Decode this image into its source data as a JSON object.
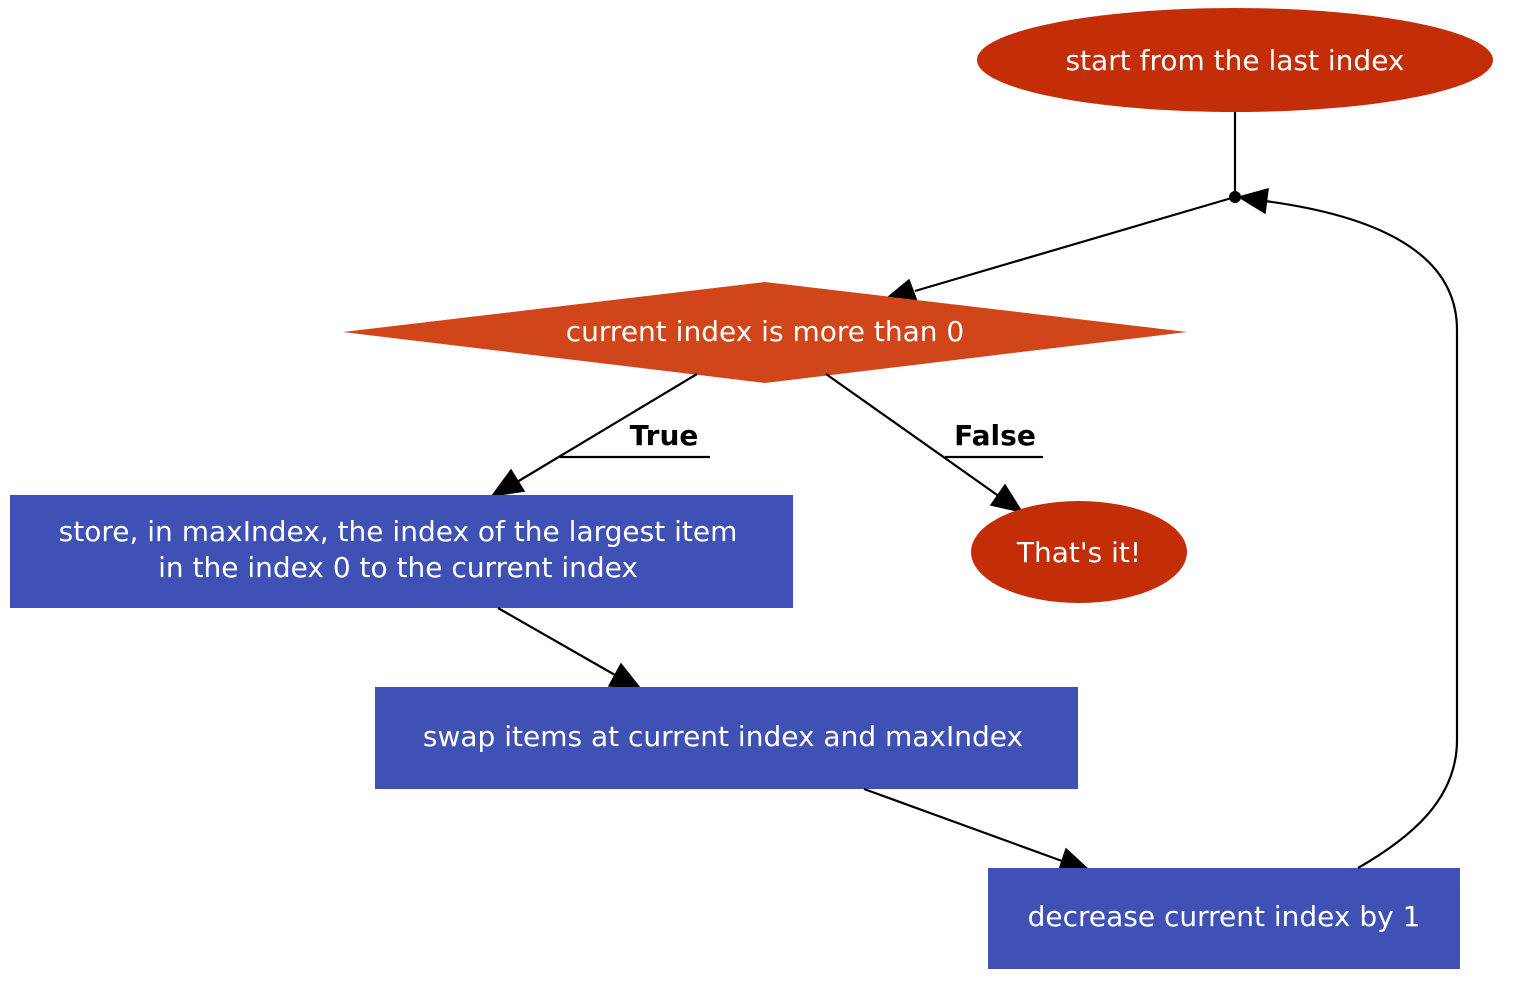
{
  "colors": {
    "terminal": "#c32d08",
    "decision": "#d1451a",
    "process": "#4051b5",
    "edge": "#000000",
    "node_text": "#ffffff"
  },
  "nodes": {
    "start": {
      "shape": "ellipse",
      "label": "start from the last index"
    },
    "decision": {
      "shape": "diamond",
      "label": "current index is more than 0"
    },
    "store": {
      "shape": "rectangle",
      "label_line1": "store, in maxIndex, the index of the largest item",
      "label_line2": "in the index 0 to the current index"
    },
    "end": {
      "shape": "ellipse",
      "label": "That's it!"
    },
    "swap": {
      "shape": "rectangle",
      "label": "swap items at current index and maxIndex"
    },
    "decrease": {
      "shape": "rectangle",
      "label": "decrease current index by 1"
    }
  },
  "edges": {
    "true_label": "True",
    "false_label": "False"
  }
}
